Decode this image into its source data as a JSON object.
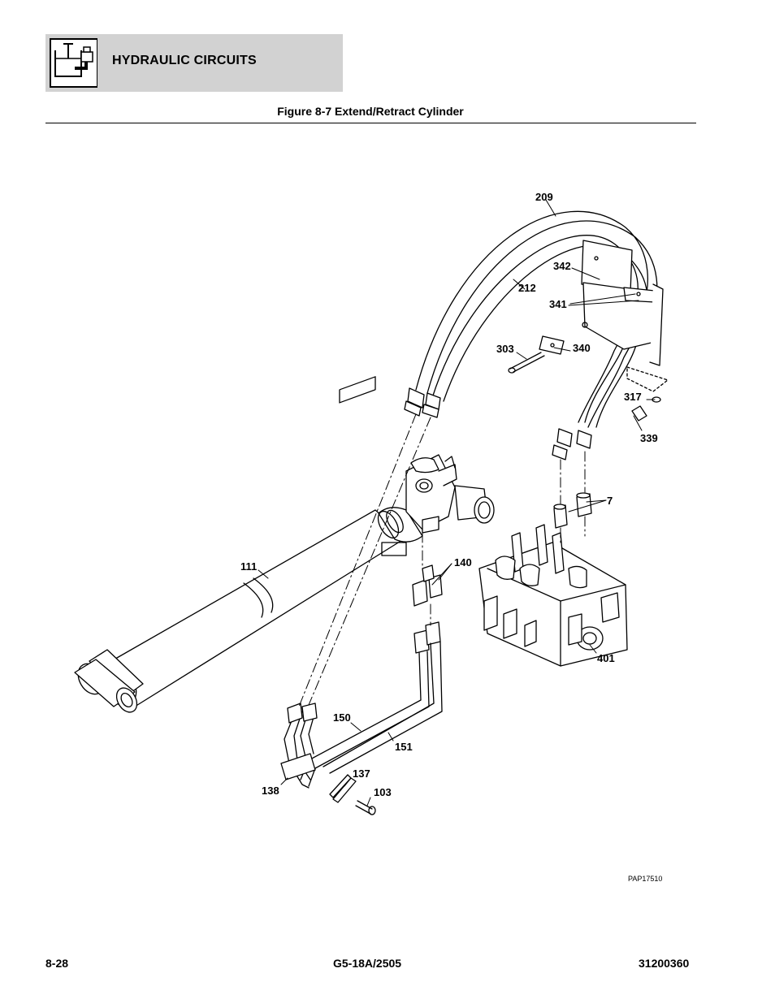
{
  "header": {
    "section_title": "HYDRAULIC CIRCUITS",
    "icon": "hydraulic-reservoir-icon"
  },
  "figure": {
    "title": "Figure 8-7 Extend/Retract Cylinder",
    "drawing_id": "PAP17510"
  },
  "callouts": {
    "c209": "209",
    "c342": "342",
    "c212": "212",
    "c341": "341",
    "c303": "303",
    "c340": "340",
    "c317": "317",
    "c339": "339",
    "c7": "7",
    "c111": "111",
    "c140": "140",
    "c401": "401",
    "c150": "150",
    "c151": "151",
    "c137": "137",
    "c138": "138",
    "c103": "103"
  },
  "footer": {
    "page_number": "8-28",
    "model": "G5-18A/2505",
    "manual_number": "31200360"
  }
}
